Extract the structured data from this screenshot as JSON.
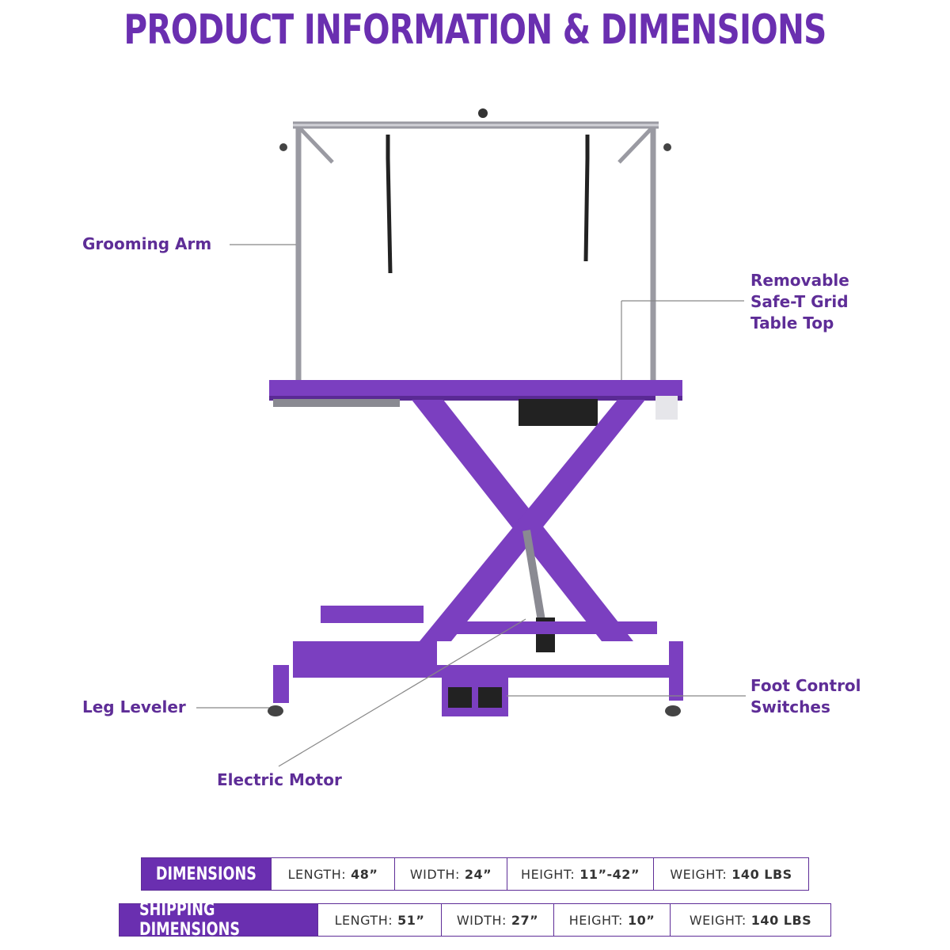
{
  "title": "PRODUCT INFORMATION & DIMENSIONS",
  "callouts": {
    "grooming_arm": "Grooming Arm",
    "grid_line1": "Removable",
    "grid_line2": "Safe-T Grid",
    "grid_line3": "Table Top",
    "leg_leveler": "Leg Leveler",
    "foot_line1": "Foot Control",
    "foot_line2": "Switches",
    "electric_motor": "Electric Motor"
  },
  "colors": {
    "brand_purple": "#6a2fb0",
    "label_purple": "#5e2d97"
  },
  "dimensions": {
    "header": "DIMENSIONS",
    "cells": [
      {
        "label": "LENGTH:",
        "value": "48”"
      },
      {
        "label": "WIDTH:",
        "value": "24”"
      },
      {
        "label": "HEIGHT:",
        "value": "11”-42”"
      },
      {
        "label": "WEIGHT:",
        "value": "140 LBS"
      }
    ]
  },
  "shipping": {
    "header": "SHIPPING DIMENSIONS",
    "cells": [
      {
        "label": "LENGTH:",
        "value": "51”"
      },
      {
        "label": "WIDTH:",
        "value": "27”"
      },
      {
        "label": "HEIGHT:",
        "value": "10”"
      },
      {
        "label": "WEIGHT:",
        "value": "140 LBS"
      }
    ]
  }
}
